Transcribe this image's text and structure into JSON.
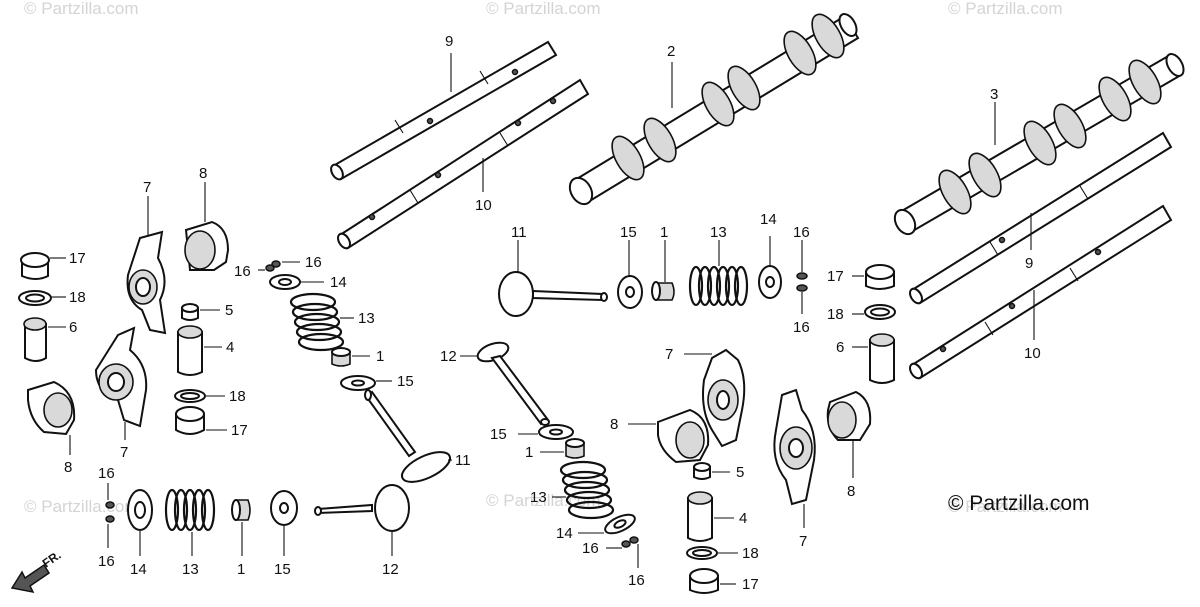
{
  "watermarks": [
    "© Partzilla.com",
    "© Partzilla.com",
    "© Partzilla.com",
    "© Partzilla.com",
    "© Partzilla.com",
    "© Partzilla.com"
  ],
  "copyright": "© Partzilla.com",
  "direction_label": "FR.",
  "callouts": {
    "rocker_shaft_9_top": "9",
    "rocker_shaft_10_top": "10",
    "camshaft_2": "2",
    "camshaft_3": "3",
    "rocker_shaft_9_right": "9",
    "rocker_shaft_10_right": "10",
    "arm_7_topleft": "7",
    "roller_8_topleft": "8",
    "seal_17_left": "17",
    "oring_18_left": "18",
    "lifter_6_left": "6",
    "arm_7_left_low": "7",
    "roller_8_left_low": "8",
    "cap_5_left": "5",
    "lifter_4_left": "4",
    "oring_18_left2": "18",
    "seal_17_left2": "17",
    "cotter_16_a": "16",
    "cotter_16_b": "16",
    "retainer_14_a": "14",
    "spring_13_a": "13",
    "seal_1_a": "1",
    "seat_15_a": "15",
    "valve_11_a": "11",
    "valve_11_b": "11",
    "seat_15_b": "15",
    "seal_1_b": "1",
    "spring_13_b": "13",
    "retainer_14_b": "14",
    "cotter_16_c": "16",
    "cotter_16_d": "16",
    "seal_17_right": "17",
    "oring_18_right": "18",
    "lifter_6_right": "6",
    "valve_12_mid": "12",
    "seat_15_c": "15",
    "seal_1_c": "1",
    "spring_13_c": "13",
    "retainer_14_c": "14",
    "cotter_16_e": "16",
    "cotter_16_f": "16",
    "arm_7_mid": "7",
    "roller_8_mid": "8",
    "cap_5_mid": "5",
    "lifter_4_mid": "4",
    "oring_18_mid": "18",
    "seal_17_mid": "17",
    "arm_7_right": "7",
    "roller_8_right": "8",
    "cotter_16_g": "16",
    "cotter_16_h": "16",
    "retainer_14_d": "14",
    "spring_13_d": "13",
    "seal_1_d": "1",
    "seat_15_d": "15",
    "valve_12_bottom": "12"
  }
}
